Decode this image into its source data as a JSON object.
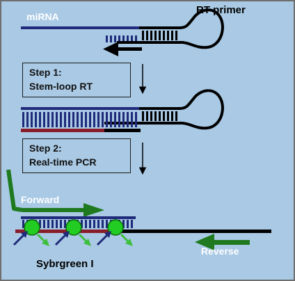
{
  "labels": {
    "mirna": "miRNA",
    "rt_primer": "RT primer",
    "forward": "Forward",
    "reverse": "Reverse",
    "sybrgreen": "Sybrgreen I"
  },
  "steps": [
    {
      "line1": "Step 1:",
      "line2": "Stem-loop RT"
    },
    {
      "line1": "Step 2:",
      "line2": "Real-time PCR"
    }
  ],
  "colors": {
    "background": "#a9c9e4",
    "border": "#6e6e6e",
    "mirna_strand": "#1f2a7a",
    "cdna_strand": "#8a1d2a",
    "primer_black": "#000000",
    "forward_arrow": "#1f7a1f",
    "reverse_arrow": "#1f7a1f",
    "dye_circle": "#22cc22",
    "excite_arrow": "#1f2a7a",
    "emit_arrow": "#3dbf3d"
  }
}
